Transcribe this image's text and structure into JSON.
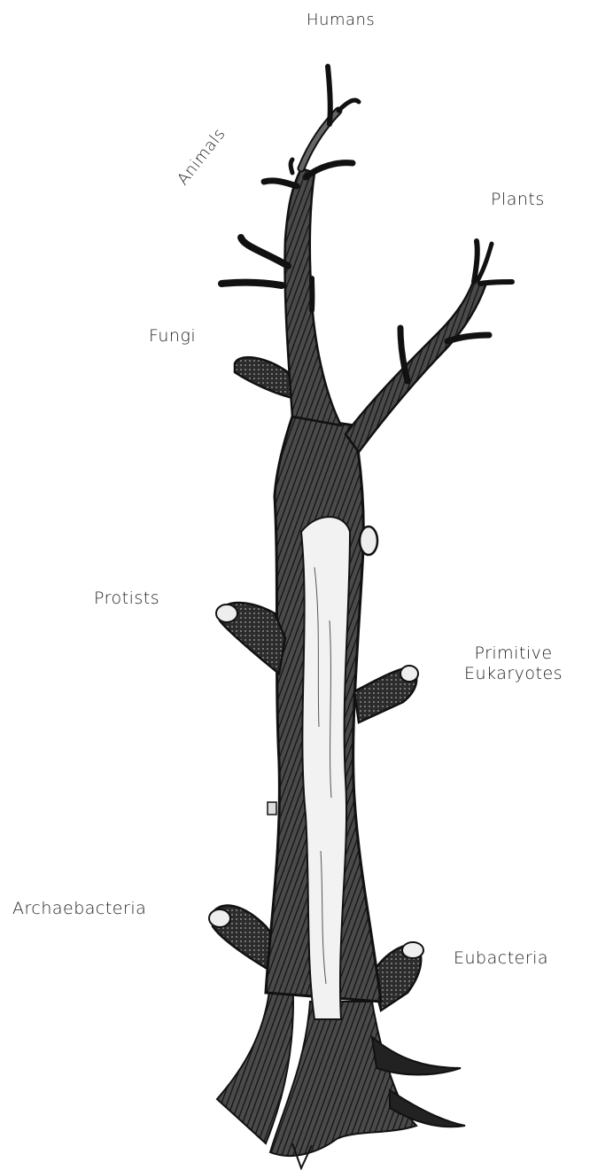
{
  "labels": {
    "humans": "Humans",
    "animals": "Animals",
    "plants": "Plants",
    "fungi": "Fungi",
    "protists": "Protists",
    "primitive_eukaryotes_line1": "Primitive",
    "primitive_eukaryotes_line2": "Eukaryotes",
    "archaebacteria": "Archaebacteria",
    "eubacteria": "Eubacteria"
  },
  "colors": {
    "ink": "#1a1a1a",
    "bark": "#3a3a3a",
    "highlight": "#f2f2f2",
    "background": "#ffffff"
  }
}
